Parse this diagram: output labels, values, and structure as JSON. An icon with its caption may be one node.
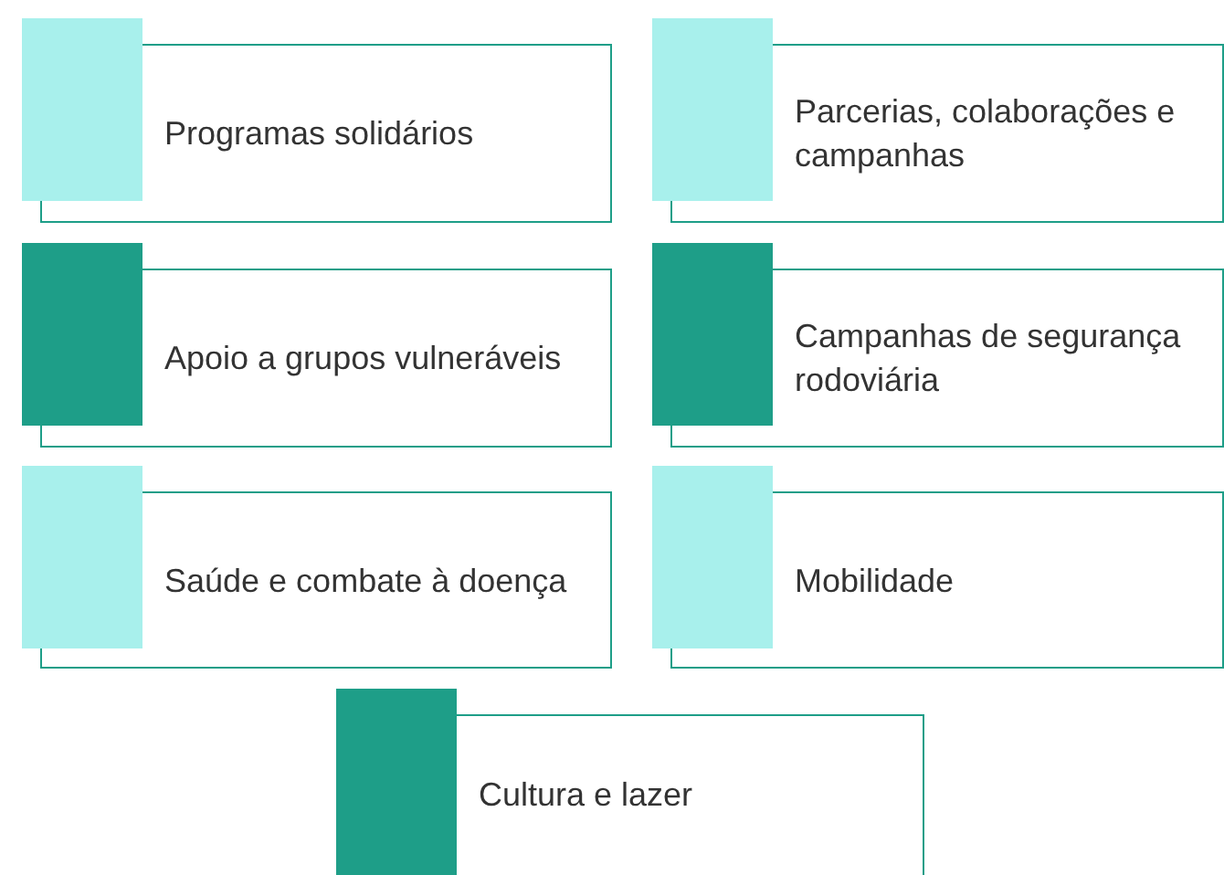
{
  "diagram": {
    "nodes": [
      {
        "text": [
          "Programas solidários"
        ]
      },
      {
        "text": [
          "Parcerias, colaborações e campanhas"
        ]
      },
      {
        "text": [
          "Apoio a grupos vulneráveis"
        ]
      },
      {
        "text": [
          "Campanhas de segurança rodoviária"
        ]
      },
      {
        "text": [
          "Saúde e combate à doença"
        ]
      },
      {
        "text": [
          "Mobilidade"
        ]
      },
      {
        "text": [
          "Cultura e lazer"
        ]
      }
    ]
  }
}
